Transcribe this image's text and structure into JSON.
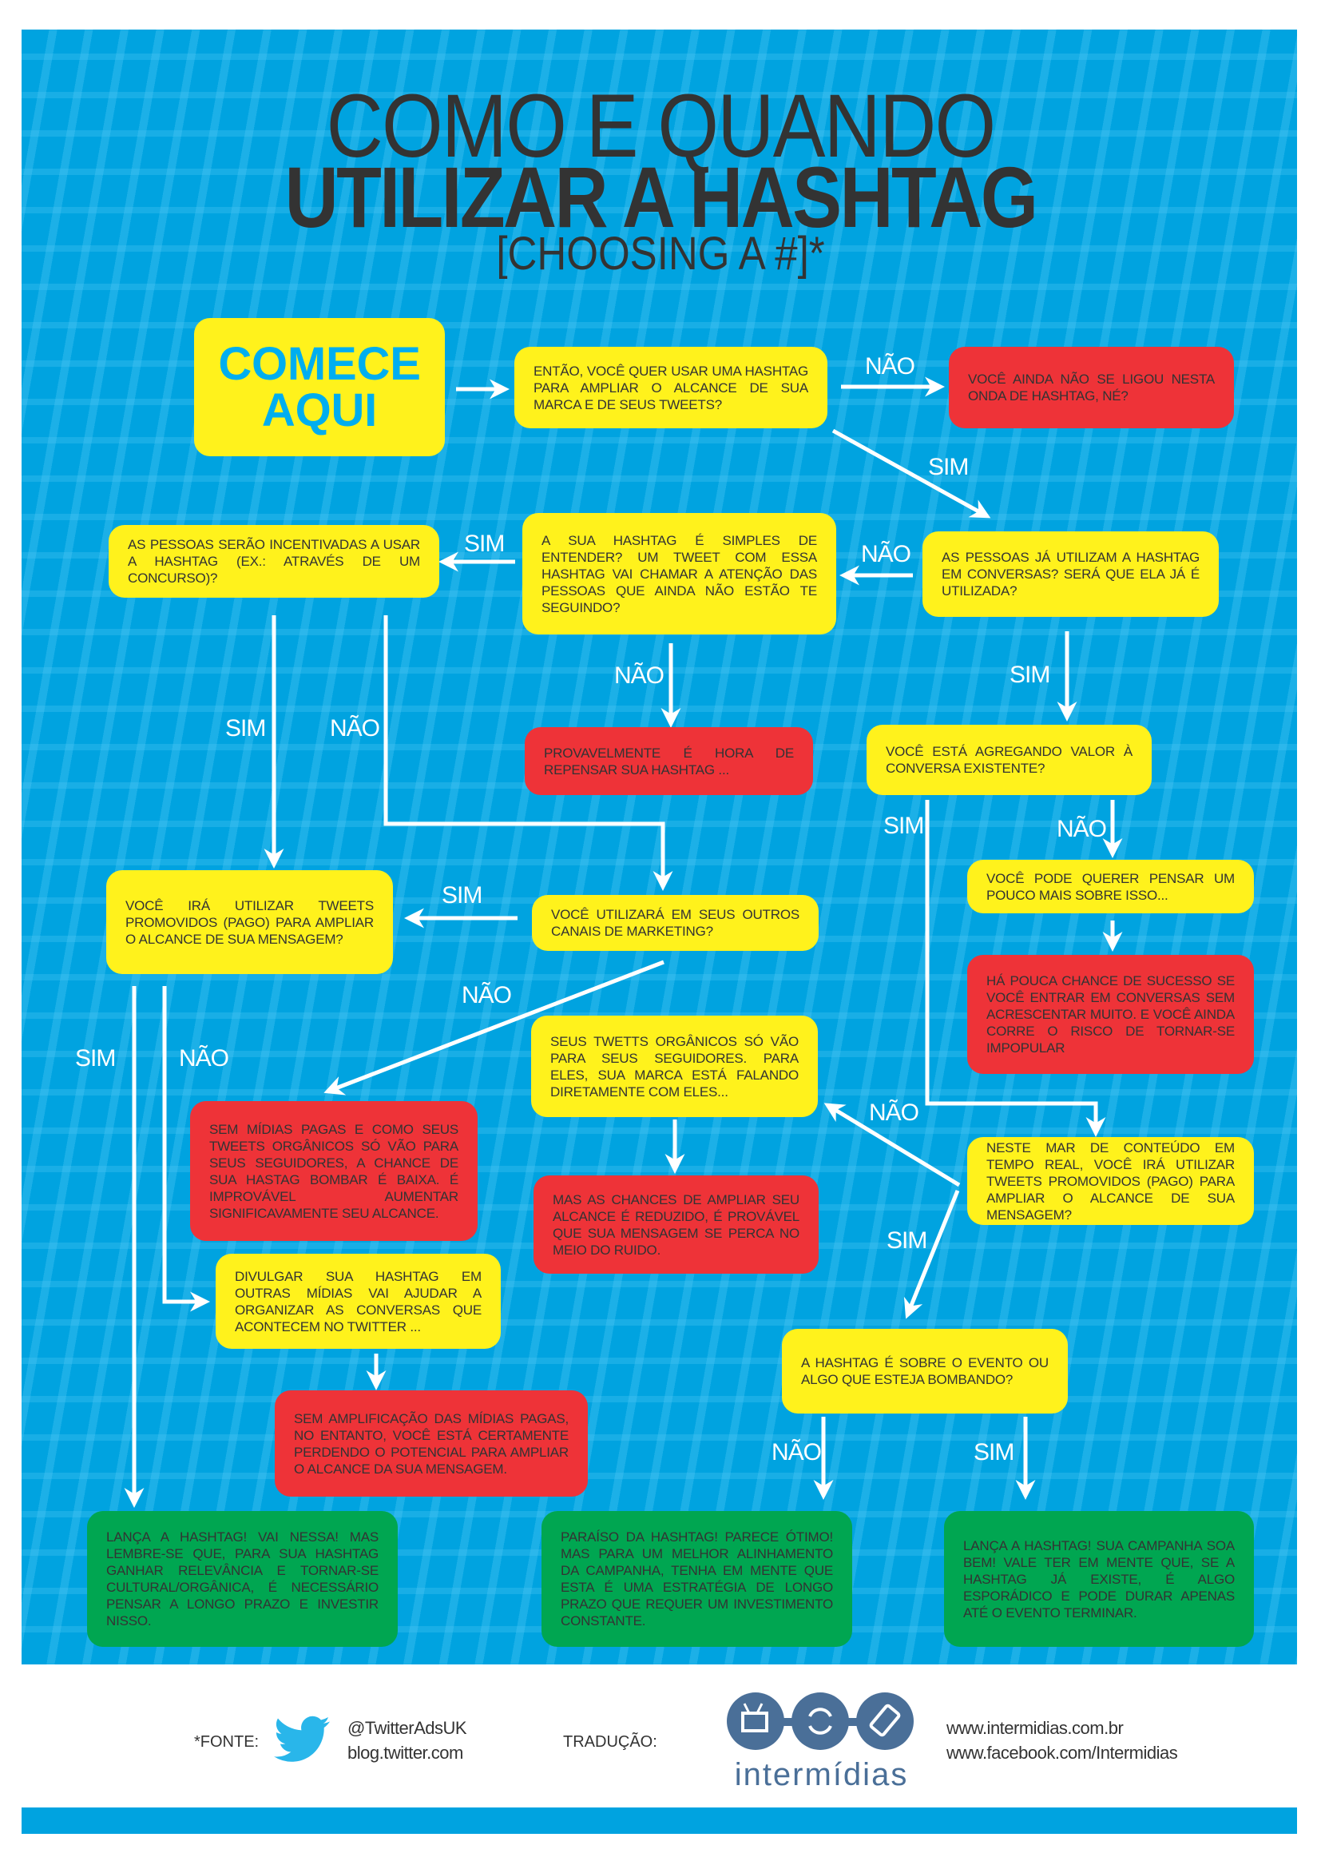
{
  "title": {
    "line1": "COMO E QUANDO",
    "line2": "UTILIZAR A HASHTAG",
    "line3": "[CHOOSING A #]*"
  },
  "start": "COMECE AQUI",
  "boxes": {
    "q1": "Então, você quer usar uma hashtag para ampliar o alcance de sua marca e de seus tweets?",
    "r1": "Você ainda não se ligou nesta onda de hashtag, né?",
    "q2": "As pessoas já utilizam a hashtag em conversas? Será que ela já é utilizada?",
    "q3": "A sua hashtag é simples de entender? Um tweet com essa hashtag vai chamar a atenção das pessoas que ainda não estão te seguindo?",
    "q4": "As pessoas serão incentivadas a usar a hashtag (ex.: através de um concurso)?",
    "r2": "Provavelmente é hora de repensar sua hashtag ...",
    "q5": "Você está agregando valor à conversa existente?",
    "y1": "Você pode querer pensar um pouco mais sobre isso...",
    "r3": "Há pouca chance de sucesso se você entrar em conversas sem acrescentar muito. E você ainda corre o risco de tornar-se impopular",
    "q6": "Você utilizará em seus outros canais de marketing?",
    "q7": "Você irá utilizar tweets promovidos (pago) para ampliar o alcance de sua mensagem?",
    "y2": "Seus twetts orgânicos só vão para seus seguidores. Para eles, sua marca está falando diretamente com eles...",
    "r4": "Sem mídias pagas e como seus tweets orgânicos só vão para seus seguidores, a chance de sua hastag bombar é baixa. É improvável aumentar significavamente seu alcance.",
    "r5": "Mas as chances de ampliar seu alcance é reduzido, é provável que sua mensagem se perca no meio do ruido.",
    "q8": "Neste mar de conteúdo em tempo real, você irá utilizar tweets promovidos (pago) para ampliar o alcance de sua mensagem?",
    "y3": "Divulgar sua hashtag em outras mídias vai ajudar a organizar as conversas que acontecem no twitter ...",
    "r6": "Sem amplificação das mídias pagas, no entanto, você está certamente perdendo o potencial para ampliar o alcance da sua mensagem.",
    "q9": "A hashtag é sobre o evento ou algo que esteja bombando?",
    "g1": "Lança a hashtag! Vai nessa! Mas lembre-se que, para sua hashtag ganhar relevância e tornar-se cultural/orgânica, é necessário pensar a longo prazo e investir nisso.",
    "g2": "Paraíso da hashtag! Parece ótimo! Mas para um melhor alinhamento da campanha, tenha em mente que esta é uma estratégia de longo prazo que requer um investimento constante.",
    "g3": "Lança a hashtag! Sua campanha soa bem! Vale ter em mente que, se a hashtag já existe, é algo esporádico e pode durar apenas até o evento terminar."
  },
  "labels": {
    "yes": "SIM",
    "no": "NÃO"
  },
  "footer": {
    "source_label": "*FONTE:",
    "twitter_handle": "@TwitterAdsUK",
    "twitter_blog": "blog.twitter.com",
    "translation_label": "TRADUÇÃO:",
    "logo_text": "intermídias",
    "site_url": "www.intermidias.com.br",
    "facebook_url": "www.facebook.com/Intermidias"
  },
  "colors": {
    "background": "#00a3e0",
    "question": "#fff21c",
    "negative": "#ee3338",
    "positive": "#00a651",
    "text": "#333333",
    "logo": "#4a6f98",
    "twitter": "#29b6ea"
  }
}
